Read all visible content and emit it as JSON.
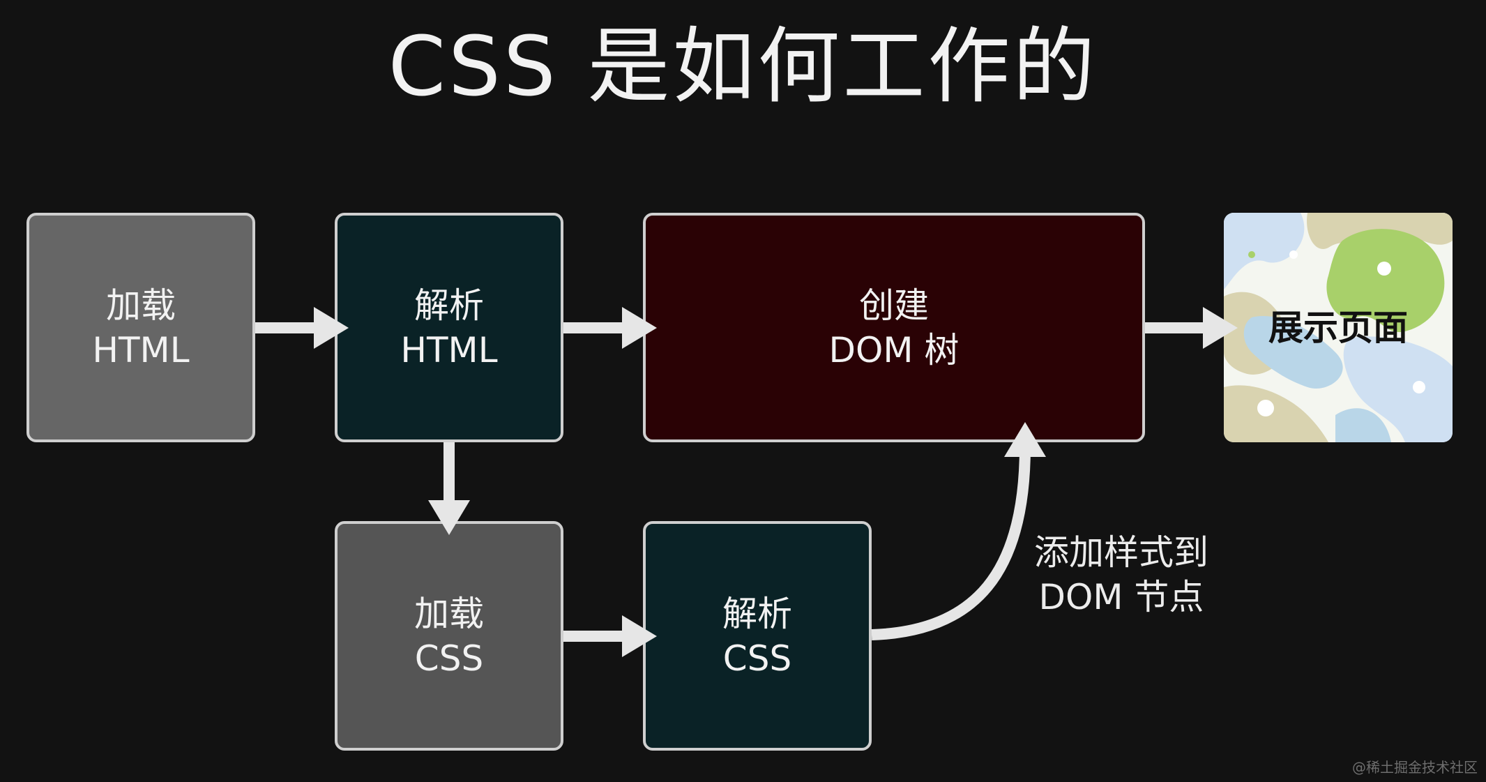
{
  "title": "CSS 是如何工作的",
  "nodes": {
    "load_html": {
      "line1": "加载",
      "line2": "HTML"
    },
    "parse_html": {
      "line1": "解析",
      "line2": "HTML"
    },
    "create_dom": {
      "line1": "创建",
      "line2": "DOM 树"
    },
    "show_page": {
      "label": "展示页面"
    },
    "load_css": {
      "line1": "加载",
      "line2": "CSS"
    },
    "parse_css": {
      "line1": "解析",
      "line2": "CSS"
    }
  },
  "edge_label": {
    "line1": "添加样式到",
    "line2": "DOM 节点"
  },
  "watermark": "@稀土掘金技术社区",
  "colors": {
    "background": "#121212",
    "load_box": "#666666",
    "load_css_box": "#555555",
    "parse_box": "#0a2226",
    "dom_box": "#2a0205",
    "border": "#cfcfcf",
    "arrow": "#e6e6e6"
  }
}
